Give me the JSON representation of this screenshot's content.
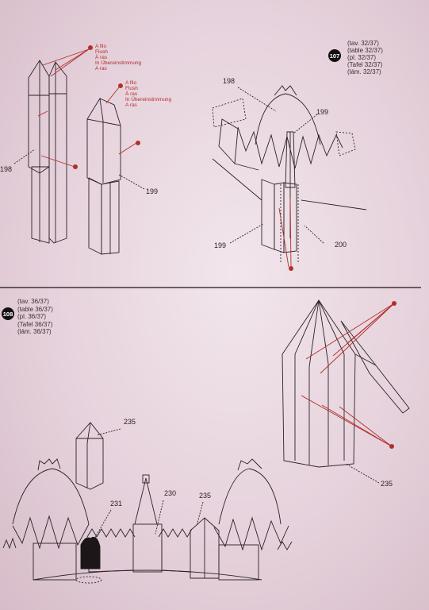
{
  "step107": {
    "badge": "107",
    "refs": "(tav. 32/37)\n(table 32/37)\n(pl. 32/37)\n(Tafel 32/37)\n(lám. 32/37)"
  },
  "step108": {
    "badge": "108",
    "refs": "(tav. 36/37)\n(table 36/37)\n(pl. 36/37)\n(Tafel 36/37)\n(lám. 36/37)"
  },
  "callouts": {
    "flush_a": "A filo\nFlush\nÀ ras\nIn Übereinstimmung\nA ras",
    "flush_b": "A filo\nFlush\nÀ ras\nIn Übereinstimmung\nA ras"
  },
  "parts": {
    "p198_left": "198",
    "p199_left": "199",
    "p198_right": "198",
    "p199_right_top": "199",
    "p199_right_bottom": "199",
    "p200": "200",
    "p235_small": "235",
    "p235_large": "235",
    "p231": "231",
    "p230": "230",
    "p235_bottom": "235"
  },
  "colors": {
    "ink": "#2a2226",
    "accent": "#b0302c",
    "badge": "#141012"
  }
}
